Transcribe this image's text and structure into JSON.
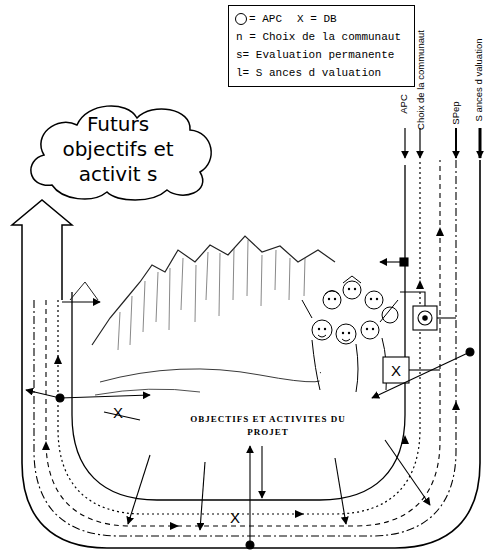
{
  "diagram": {
    "nodes": [
      {
        "text": [
          "Futurs objectifs et activit s"
        ]
      },
      {
        "text": [
          "OBJECTIFS ET ACTIVITES DU PROJET"
        ]
      }
    ],
    "edges": [
      {
        "from": 1,
        "to": 0,
        "arrow": "to"
      }
    ],
    "labels": [
      "DB",
      "APC",
      "Choix de la communaut",
      "SPep",
      "S ances d valuation",
      "X",
      "X",
      "X"
    ],
    "legend": [
      {
        "text": "= APC"
      },
      {
        "text": "X = DB"
      },
      {
        "text": "n = Choix de la communaut"
      },
      {
        "text": "s= Evaluation permanente"
      },
      {
        "text": "l= S ances d valuation"
      }
    ]
  }
}
